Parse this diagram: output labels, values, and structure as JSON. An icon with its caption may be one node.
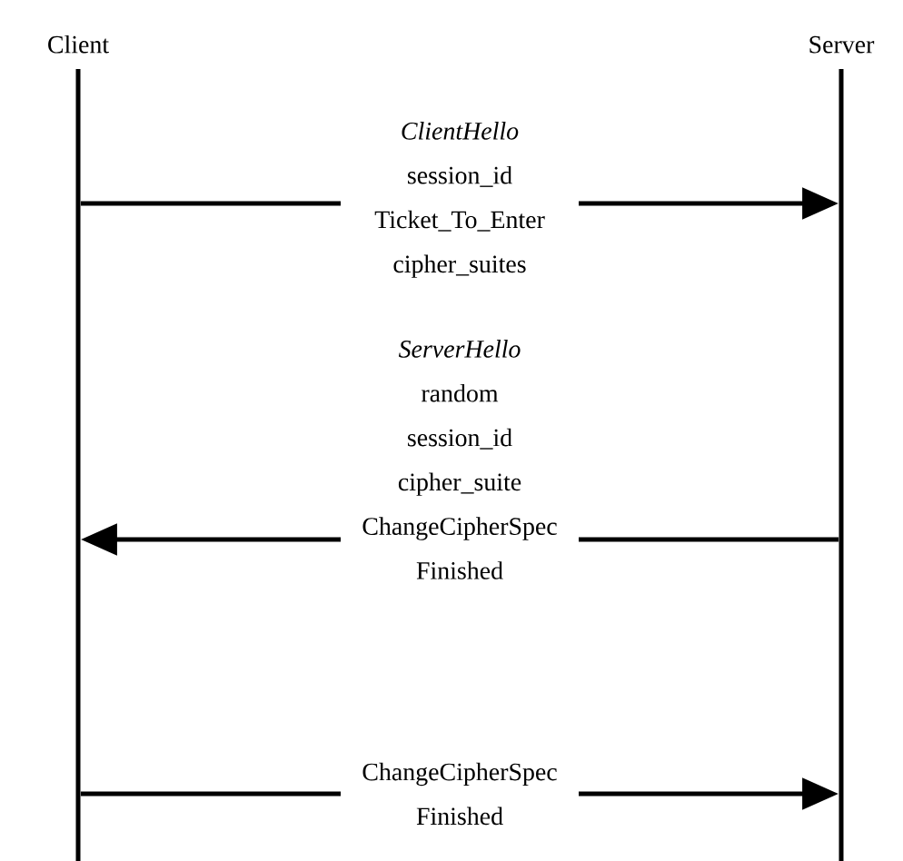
{
  "diagram": {
    "nodes": [
      {
        "text": [
          "Client"
        ]
      },
      {
        "text": [
          "Server"
        ]
      }
    ],
    "edges": [
      {
        "from": 0,
        "to": 1,
        "arrow": "to",
        "label": "*ClientHello* session_id Ticket_To_Enter cipher_suites"
      },
      {
        "from": 1,
        "to": 0,
        "arrow": "to",
        "label": "*ServerHello* random session_id cipher_suite ChangeCipherSpec Finished"
      },
      {
        "from": 0,
        "to": 1,
        "arrow": "to",
        "label": "ChangeCipherSpec Finished"
      }
    ]
  }
}
